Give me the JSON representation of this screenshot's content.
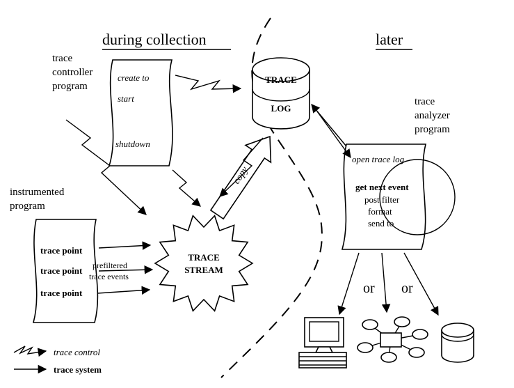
{
  "headings": {
    "during_collection": "during collection",
    "later": "later"
  },
  "controller": {
    "label_l1": "trace",
    "label_l2": "controller",
    "label_l3": "program",
    "create": "create to",
    "start": "start",
    "shutdown": "shutdown"
  },
  "log": {
    "l1": "TRACE",
    "l2": "LOG"
  },
  "analyzer": {
    "label_l1": "trace",
    "label_l2": "analyzer",
    "label_l3": "program",
    "open": "open trace log",
    "next": "get next event",
    "filter": "post filter",
    "format": "format",
    "send": "send to"
  },
  "instrumented": {
    "label_l1": "instrumented",
    "label_l2": "program",
    "tp1": "trace point",
    "tp2": "trace point",
    "tp3": "trace point",
    "pre1": "prefiltered",
    "pre2": "trace events"
  },
  "stream": {
    "l1": "TRACE",
    "l2": "STREAM"
  },
  "copy_label": "copy",
  "or1": "or",
  "or2": "or",
  "legend": {
    "control": "trace control",
    "system": "trace system"
  },
  "colors": {
    "ink": "#000000",
    "paper": "#ffffff"
  }
}
